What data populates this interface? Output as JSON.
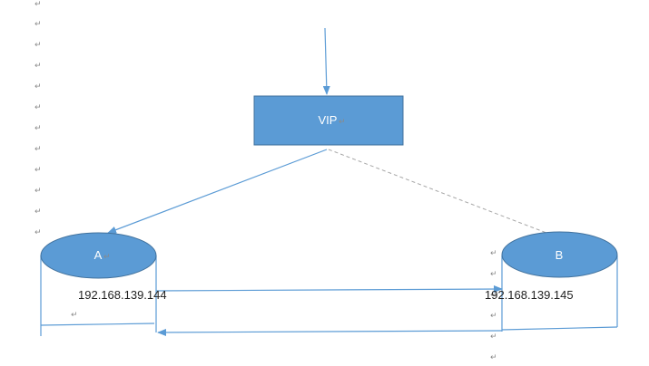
{
  "diagram": {
    "vip_label": "VIP",
    "node_a_label": "A",
    "node_b_label": "B",
    "node_a_ip": "192.168.139.144",
    "node_b_ip": "192.168.139.145",
    "paragraph_mark": "↵"
  },
  "colors": {
    "shape_fill": "#5B9BD5",
    "shape_stroke": "#41719C",
    "connector": "#5B9BD5",
    "dashed_connector": "#A6A6A6",
    "paragraph_mark": "#8A8A8A"
  }
}
